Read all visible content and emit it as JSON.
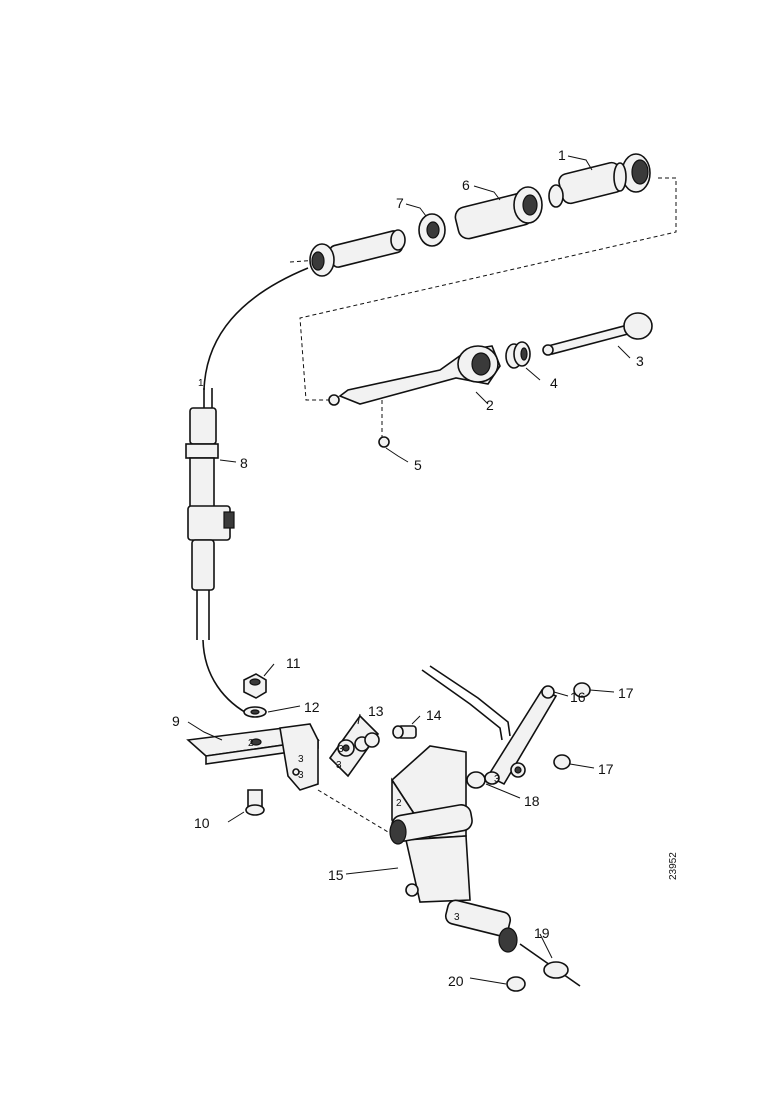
{
  "callouts": [
    "1",
    "2",
    "3",
    "4",
    "5",
    "6",
    "7",
    "8",
    "9",
    "10",
    "11",
    "12",
    "13",
    "14",
    "15",
    "16",
    "17",
    "17",
    "18",
    "19",
    "20"
  ],
  "assembly_marks": [
    "1",
    "2",
    "3",
    "3",
    "3",
    "3",
    "3",
    "2",
    "3"
  ],
  "figure_code": "23952"
}
